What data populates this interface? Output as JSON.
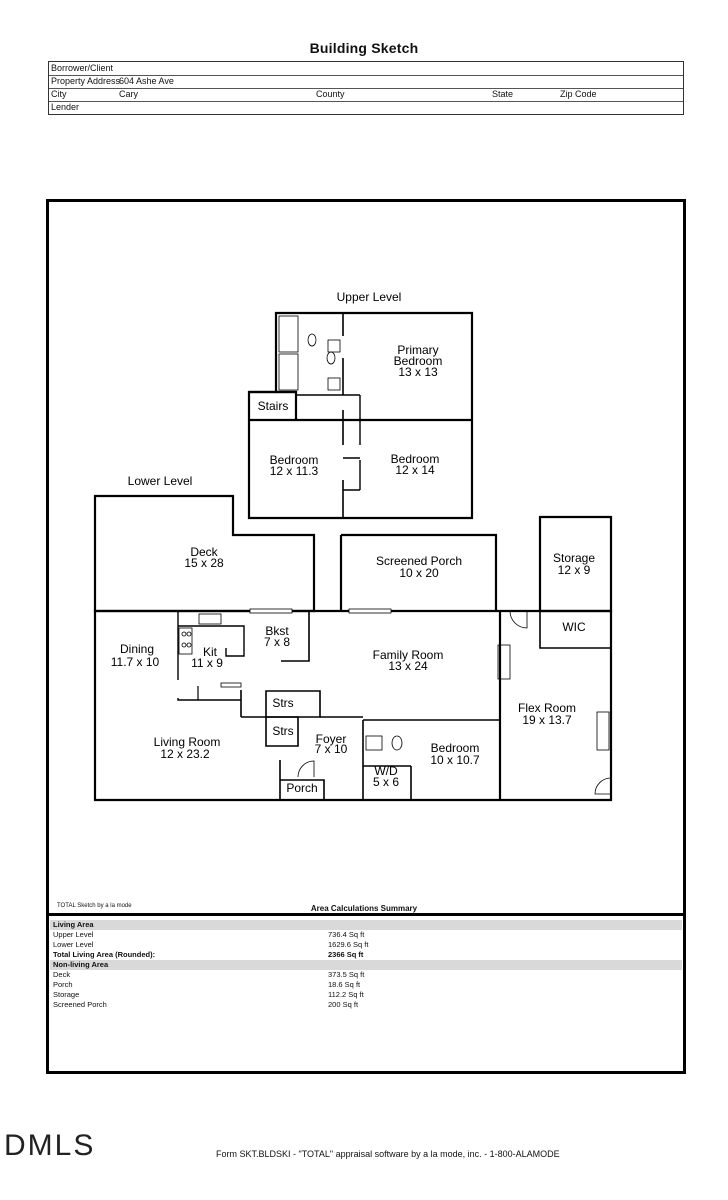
{
  "title": "Building Sketch",
  "header": {
    "borrower_label": "Borrower/Client",
    "address_label": "Property Address",
    "address_value": "604 Ashe Ave",
    "city_label": "City",
    "city_value": "Cary",
    "county_label": "County",
    "state_label": "State",
    "zip_label": "Zip Code",
    "lender_label": "Lender"
  },
  "plan": {
    "upper_level": "Upper Level",
    "lower_level": "Lower Level",
    "rooms": {
      "primary_1": "Primary",
      "primary_2": "Bedroom",
      "primary_dim": "13 x 13",
      "stairs": "Stairs",
      "bed_a": "Bedroom",
      "bed_a_dim": "12 x 11.3",
      "bed_b": "Bedroom",
      "bed_b_dim": "12 x 14",
      "deck": "Deck",
      "deck_dim": "15 x 28",
      "screened": "Screened Porch",
      "screened_dim": "10 x 20",
      "storage": "Storage",
      "storage_dim": "12 x 9",
      "wic": "WIC",
      "dining": "Dining",
      "dining_dim": "11.7 x 10",
      "kit": "Kit",
      "kit_dim": "11 x 9",
      "bkst": "Bkst",
      "bkst_dim": "7 x 8",
      "family": "Family Room",
      "family_dim": "13 x 24",
      "flex": "Flex Room",
      "flex_dim": "19 x 13.7",
      "strs1": "Strs",
      "strs2": "Strs",
      "living": "Living Room",
      "living_dim": "12 x 23.2",
      "foyer": "Foyer",
      "foyer_dim": "7 x 10",
      "wd": "W/D",
      "wd_dim": "5 x 6",
      "bed_c": "Bedroom",
      "bed_c_dim": "10 x 10.7",
      "porch": "Porch"
    }
  },
  "summary": {
    "sketch_by": "TOTAL Sketch by a la mode",
    "title": "Area Calculations Summary",
    "living_area": "Living Area",
    "upper_level": "Upper Level",
    "upper_value": "736.4 Sq ft",
    "lower_level": "Lower Level",
    "lower_value": "1629.6 Sq ft",
    "total_label": "Total Living Area (Rounded):",
    "total_value": "2366 Sq ft",
    "non_living": "Non-living Area",
    "deck": "Deck",
    "deck_value": "373.5 Sq ft",
    "porch": "Porch",
    "porch_value": "18.6 Sq ft",
    "storage": "Storage",
    "storage_value": "112.2 Sq ft",
    "screened": "Screened Porch",
    "screened_value": "200 Sq ft"
  },
  "footer": "Form SKT.BLDSKI - \"TOTAL\" appraisal software by a la mode, inc. - 1-800-ALAMODE",
  "watermark": "DMLS"
}
